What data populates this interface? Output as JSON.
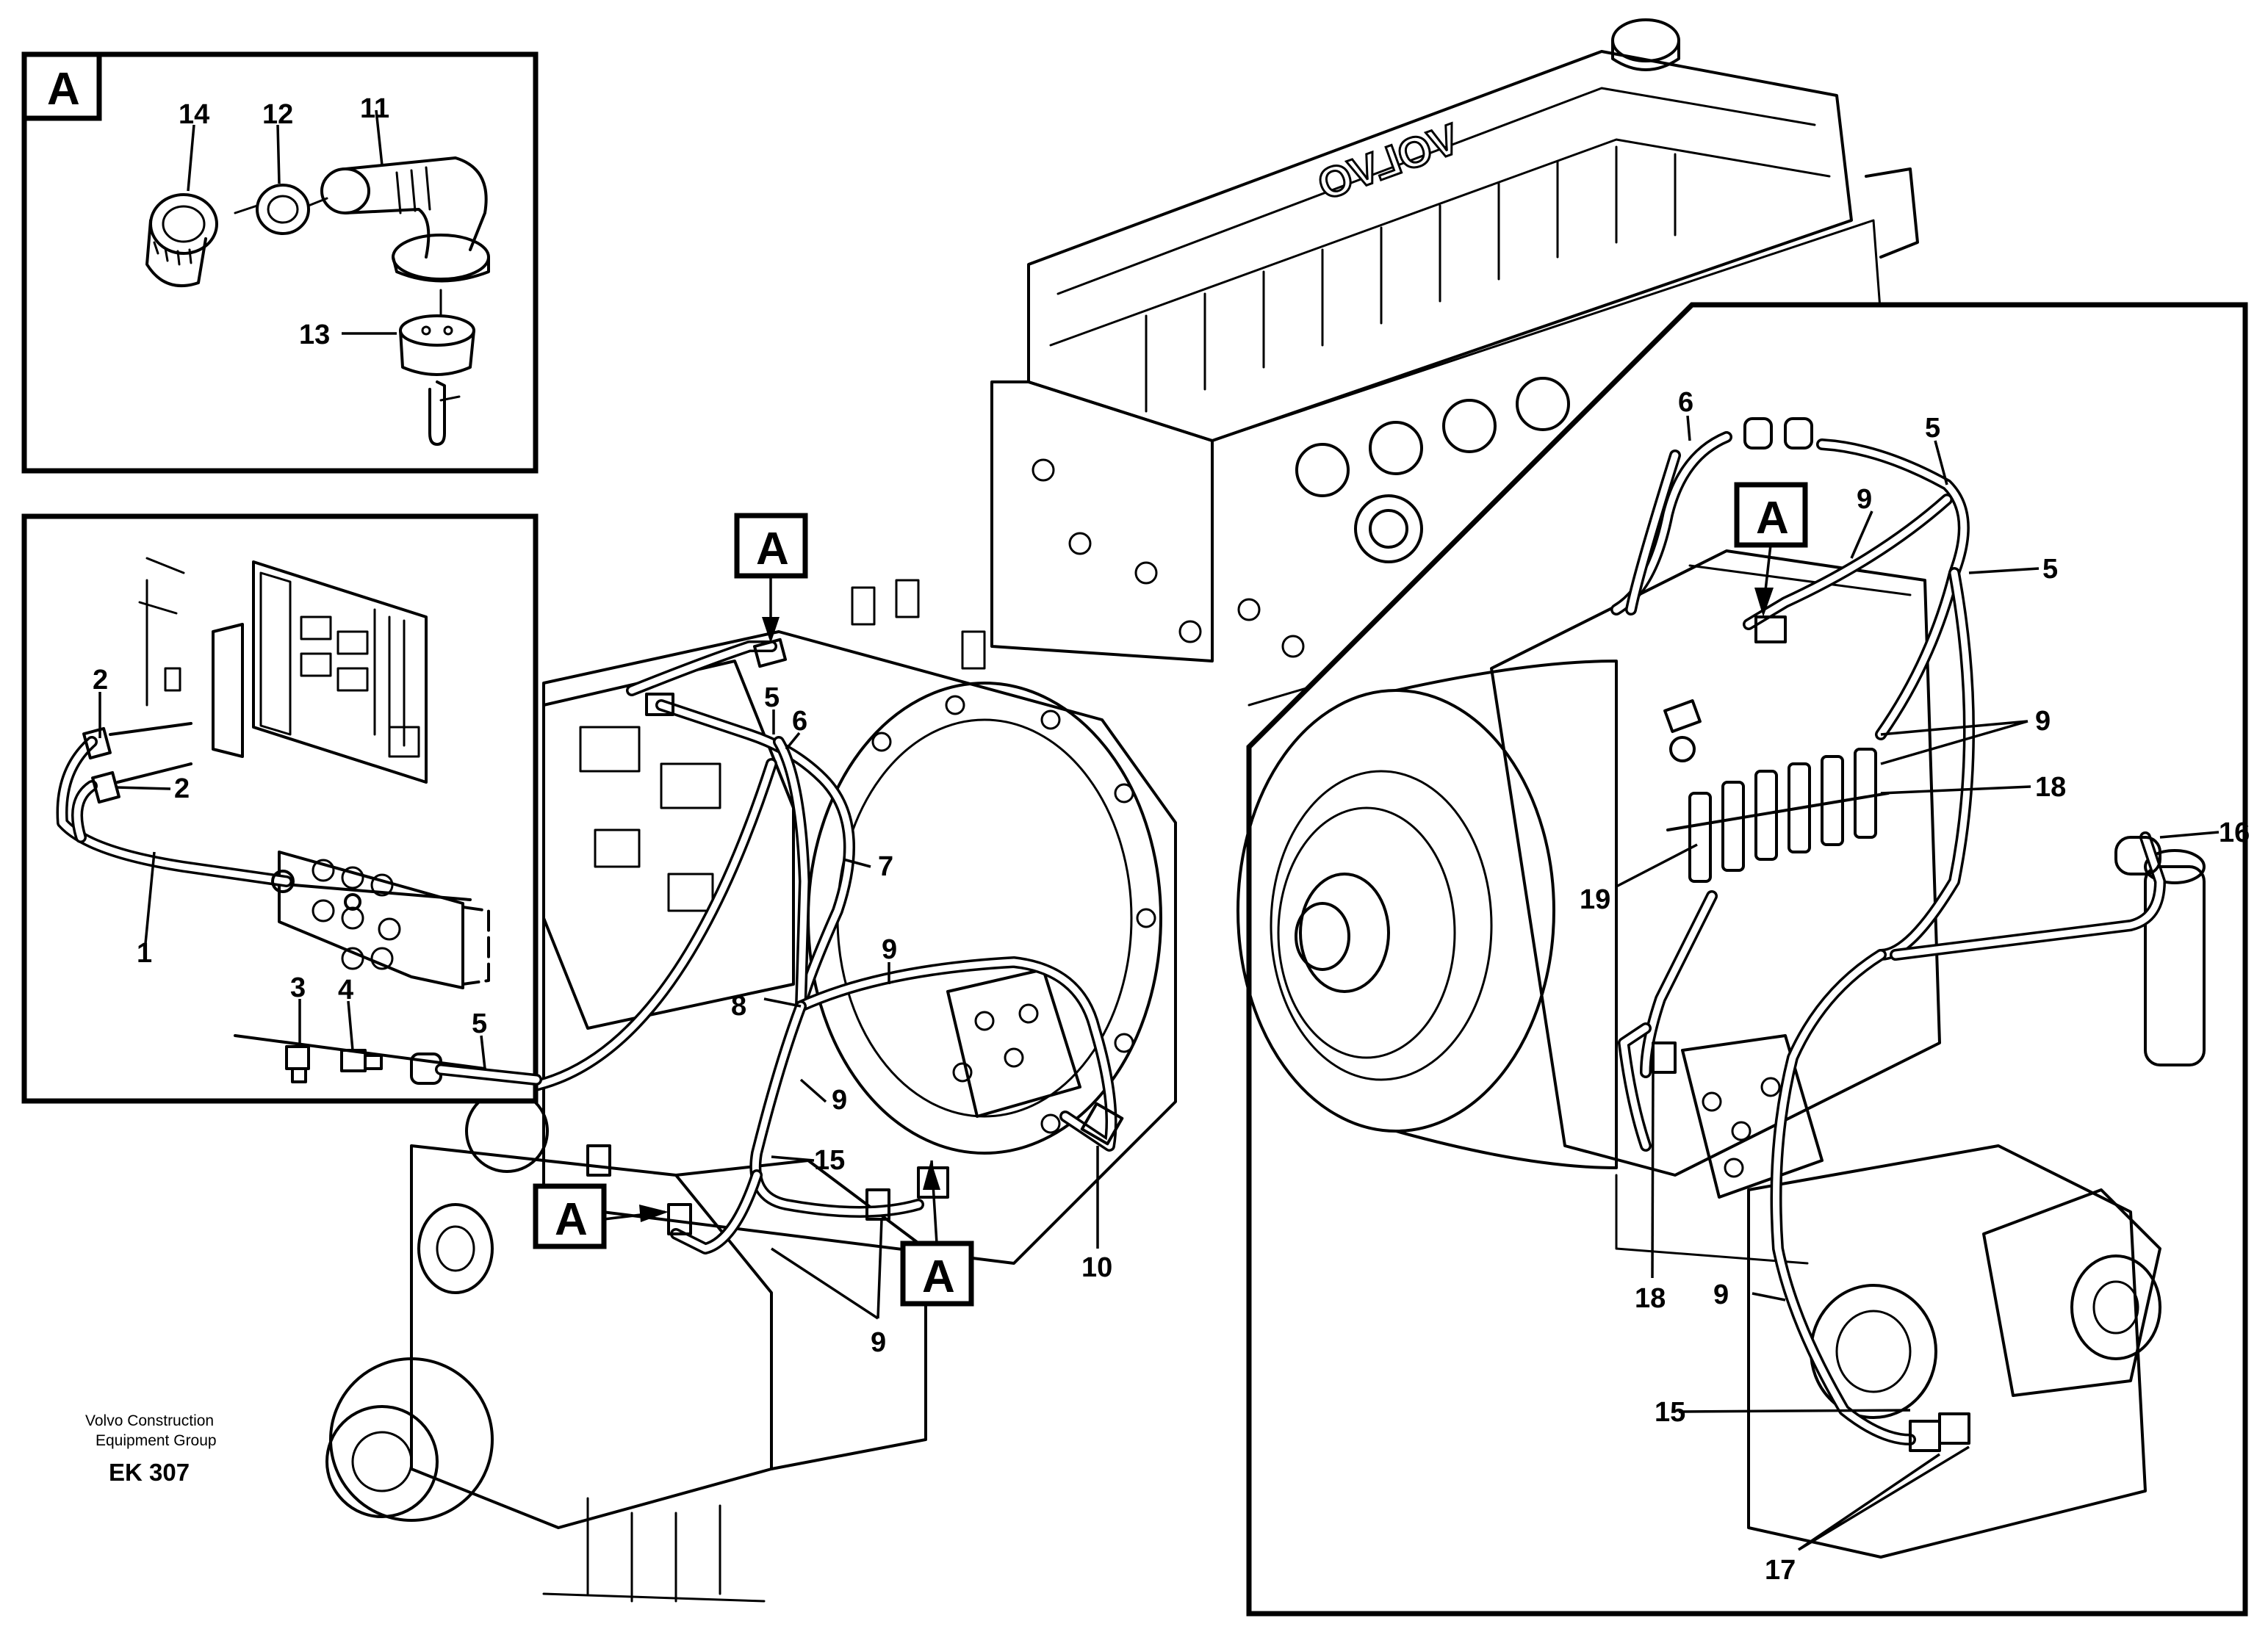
{
  "view_tag": "A",
  "callouts": {
    "inset_a": [
      "14",
      "12",
      "11",
      "13"
    ],
    "inset_cab": [
      "2",
      "2",
      "1",
      "3",
      "4",
      "5"
    ],
    "main": [
      "5",
      "6",
      "7",
      "9",
      "8",
      "9",
      "15",
      "10",
      "9"
    ],
    "detail": [
      "6",
      "5",
      "9",
      "5",
      "9",
      "18",
      "16",
      "19",
      "18",
      "9",
      "15",
      "17"
    ]
  },
  "brand_text": "VOLVO",
  "caption": {
    "line1": "Volvo Construction",
    "line2": "Equipment Group",
    "code": "EK 307"
  },
  "colors": {
    "ink": "#000000",
    "paper": "#ffffff"
  }
}
